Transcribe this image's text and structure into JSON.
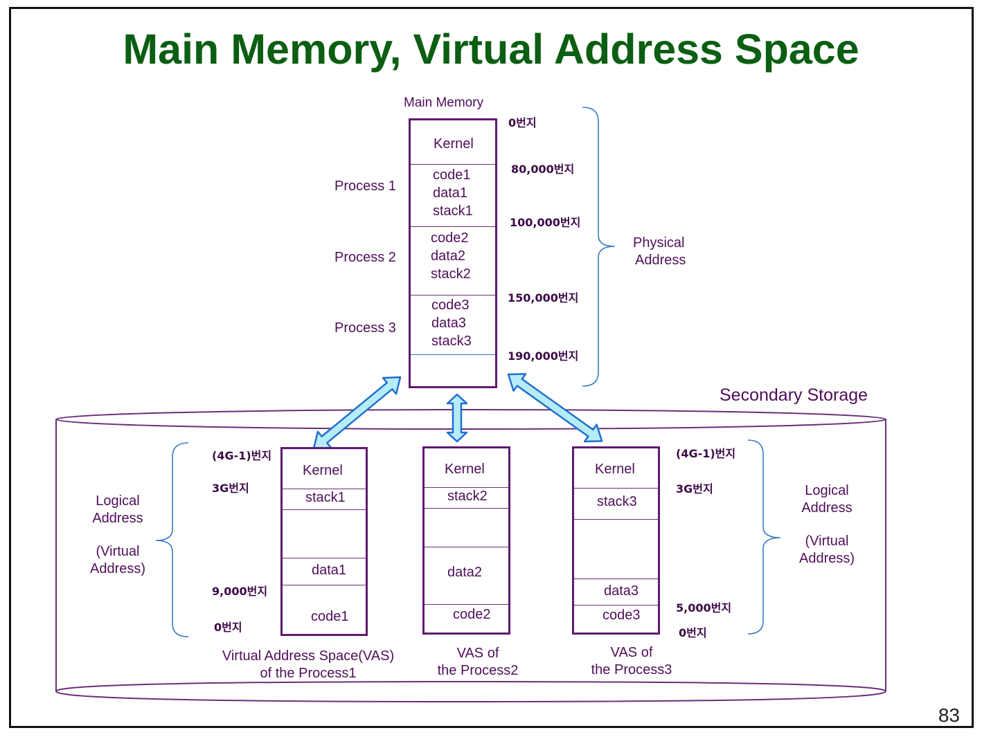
{
  "title": "Main Memory, Virtual Address Space",
  "page_number": "83",
  "main_memory": {
    "label": "Main Memory",
    "kernel": "Kernel",
    "process_labels": [
      "Process 1",
      "Process 2",
      "Process 3"
    ],
    "process1": [
      "code1",
      "data1",
      "stack1"
    ],
    "process2": [
      "code2",
      "data2",
      "stack2"
    ],
    "process3": [
      "code3",
      "data3",
      "stack3"
    ],
    "addresses": [
      "0번지",
      "80,000번지",
      "100,000번지",
      "150,000번지",
      "190,000번지"
    ],
    "physical_address": [
      "Physical",
      "Address"
    ]
  },
  "secondary_storage": {
    "label": "Secondary Storage"
  },
  "vas1": {
    "cells": [
      "Kernel",
      "stack1",
      "data1",
      "code1"
    ],
    "addresses": [
      "(4G-1)번지",
      "3G번지",
      "9,000번지",
      "0번지"
    ],
    "caption": [
      "Virtual Address Space(VAS)",
      "of the Process1"
    ]
  },
  "vas2": {
    "cells": [
      "Kernel",
      "stack2",
      "data2",
      "code2"
    ],
    "caption": [
      "VAS of",
      "the Process2"
    ]
  },
  "vas3": {
    "cells": [
      "Kernel",
      "stack3",
      "data3",
      "code3"
    ],
    "addresses": [
      "(4G-1)번지",
      "3G번지",
      "5,000번지",
      "0번지"
    ],
    "caption": [
      "VAS of",
      "the Process3"
    ]
  },
  "logical_left": [
    "Logical",
    "Address",
    "(Virtual",
    "Address)"
  ],
  "logical_right": [
    "Logical",
    "Address",
    "(Virtual",
    "Address)"
  ],
  "colors": {
    "title": "#0b5e12",
    "text": "#4e0e59",
    "box": "#5e1a6e",
    "arrow_fill": "#b6ecf8",
    "arrow_stroke": "#1f6fd0",
    "brace": "#3a7cc4"
  }
}
